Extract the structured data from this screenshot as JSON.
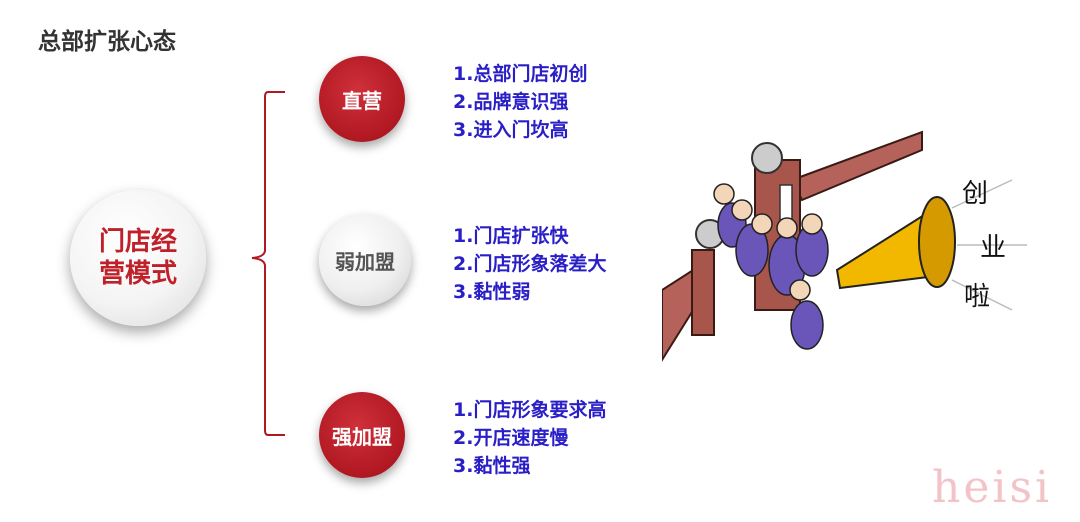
{
  "title": "总部扩张心态",
  "center": {
    "label": "门店经营模式"
  },
  "modes": [
    {
      "label": "直营",
      "points": [
        "1.总部门店初创",
        "2.品牌意识强",
        "3.进入门坎高"
      ]
    },
    {
      "label": "弱加盟",
      "points": [
        "1.门店扩张快",
        "2.门店形象落差大",
        "3.黏性弱"
      ]
    },
    {
      "label": "强加盟",
      "points": [
        "1.门店形象要求高",
        "2.开店速度慢",
        "3.黏性强"
      ]
    }
  ],
  "illustration": {
    "shout": [
      "创",
      "业",
      "啦"
    ]
  },
  "watermark": "heisi",
  "colors": {
    "accent_red": "#b01822",
    "list_blue": "#2a1fc6"
  }
}
